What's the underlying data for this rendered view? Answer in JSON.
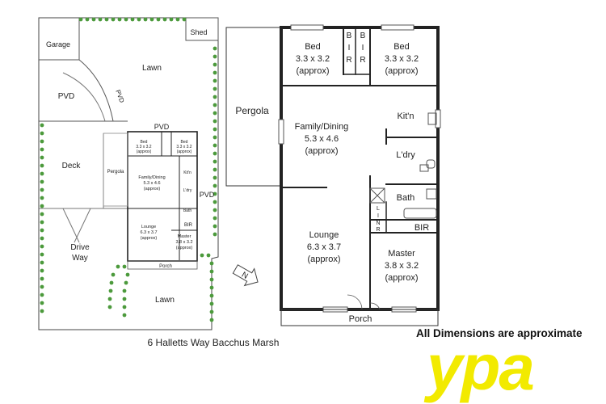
{
  "site_plan": {
    "garage": "Garage",
    "shed": "Shed",
    "lawn_back": "Lawn",
    "pvd_left": "PVD",
    "pvd_curve": "PVD",
    "pvd_top": "PVD",
    "pvd_side": "PVD",
    "deck": "Deck",
    "drive_way_1": "Drive",
    "drive_way_2": "Way",
    "lawn_front": "Lawn",
    "north": "N",
    "mini_rooms": {
      "bed1": [
        "Bed",
        "3.3 x 3.2",
        "(approx)"
      ],
      "bed2": [
        "Bed",
        "3.3 x 3.2",
        "(approx)"
      ],
      "pergola": "Pergola",
      "family": [
        "Family/Dining",
        "5.3 x 4.6",
        "(approx)"
      ],
      "kitn": "Kit'n",
      "ldry": "L'dry",
      "bath": "Bath",
      "bir": "BIR",
      "lounge": [
        "Lounge",
        "6.3 x 3.7",
        "(approx)"
      ],
      "master": [
        "Master",
        "3.8 x 3.2",
        "(approx)"
      ],
      "porch": "Porch"
    }
  },
  "floor_plan": {
    "pergola": "Pergola",
    "bed1": {
      "name": "Bed",
      "dims": "3.3 x 3.2",
      "approx": "(approx)"
    },
    "bed2": {
      "name": "Bed",
      "dims": "3.3 x 3.2",
      "approx": "(approx)"
    },
    "bir_letters": [
      "B",
      "I",
      "R"
    ],
    "family": {
      "name": "Family/Dining",
      "dims": "5.3 x 4.6",
      "approx": "(approx)"
    },
    "kitn": "Kit'n",
    "ldry": "L'dry",
    "bath": "Bath",
    "bir": "BIR",
    "lin_letters": [
      "L",
      "I",
      "N"
    ],
    "lounge": {
      "name": "Lounge",
      "dims": "6.3 x 3.7",
      "approx": "(approx)"
    },
    "master": {
      "name": "Master",
      "dims": "3.8 x 3.2",
      "approx": "(approx)"
    },
    "porch": "Porch"
  },
  "address": "6 Halletts Way Bacchus Marsh",
  "disclaimer": "All Dimensions are approximate",
  "logo": {
    "text": "ypa",
    "color": "#f2ea00"
  },
  "colors": {
    "wall": "#222222",
    "hedge": "#4c9a3c",
    "logo": "#f2ea00"
  }
}
